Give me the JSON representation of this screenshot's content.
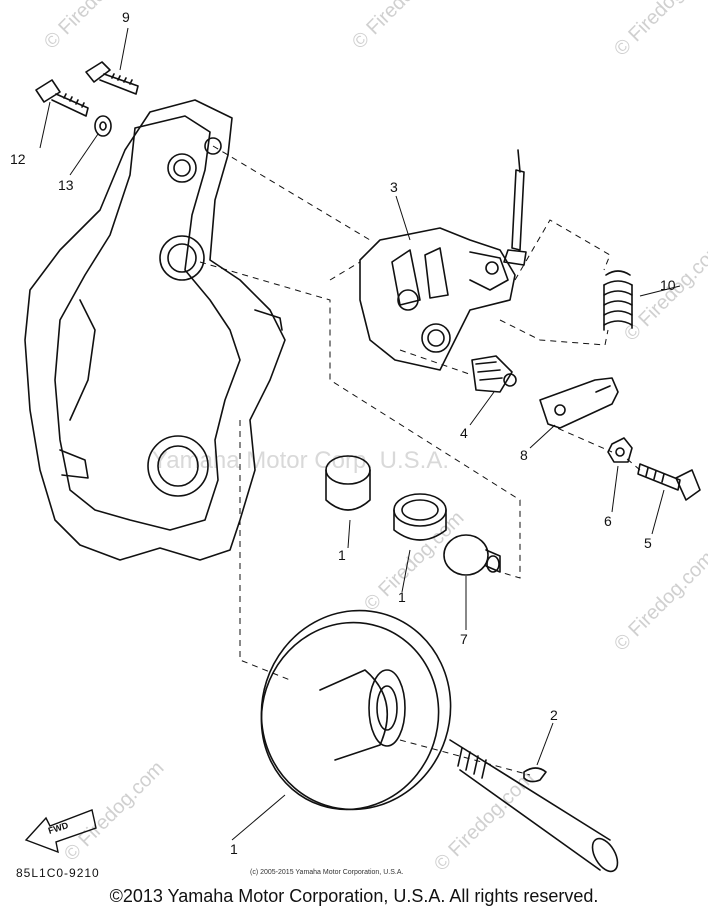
{
  "watermark": {
    "brand": "© Firedog.com",
    "center_text": "Yamaha Motor Corp. U.S.A."
  },
  "callouts": [
    "1",
    "1",
    "1",
    "2",
    "3",
    "4",
    "5",
    "6",
    "7",
    "8",
    "9",
    "10",
    "12",
    "13"
  ],
  "part_code": "85L1C0-9210",
  "fwd_label": "FWD",
  "small_copyright": "(c) 2005-2015 Yamaha Motor Corporation, U.S.A.",
  "footer_copyright": "©2013 Yamaha Motor Corporation, U.S.A. All rights reserved."
}
